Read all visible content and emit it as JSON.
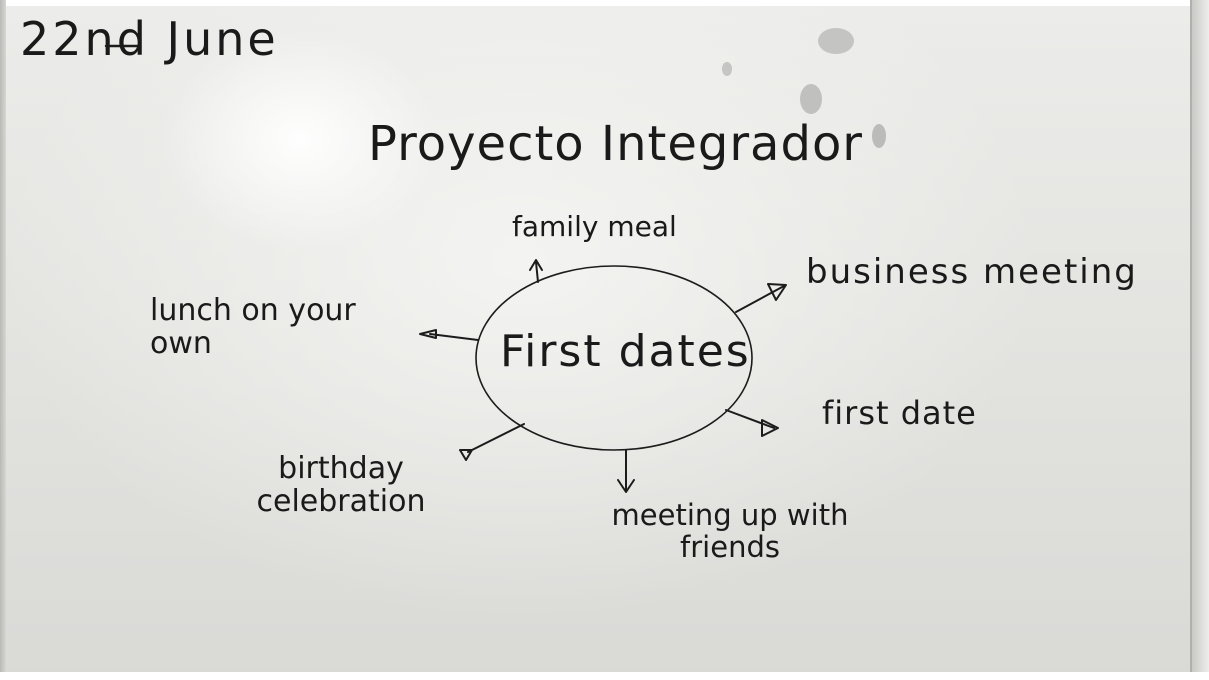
{
  "whiteboard": {
    "date": "22nd June",
    "title": "Proyecto Integrador",
    "center_topic": "First dates",
    "branches": [
      {
        "id": "family",
        "text": "family meal"
      },
      {
        "id": "business",
        "text": "business meeting"
      },
      {
        "id": "lunch",
        "text": "lunch on your own"
      },
      {
        "id": "first",
        "text": "first date"
      },
      {
        "id": "birthday",
        "text": "birthday celebration"
      },
      {
        "id": "friends",
        "text": "meeting up with friends"
      }
    ]
  },
  "colors": {
    "ink": "#1c1c1c",
    "board": "#e6e6e3"
  }
}
